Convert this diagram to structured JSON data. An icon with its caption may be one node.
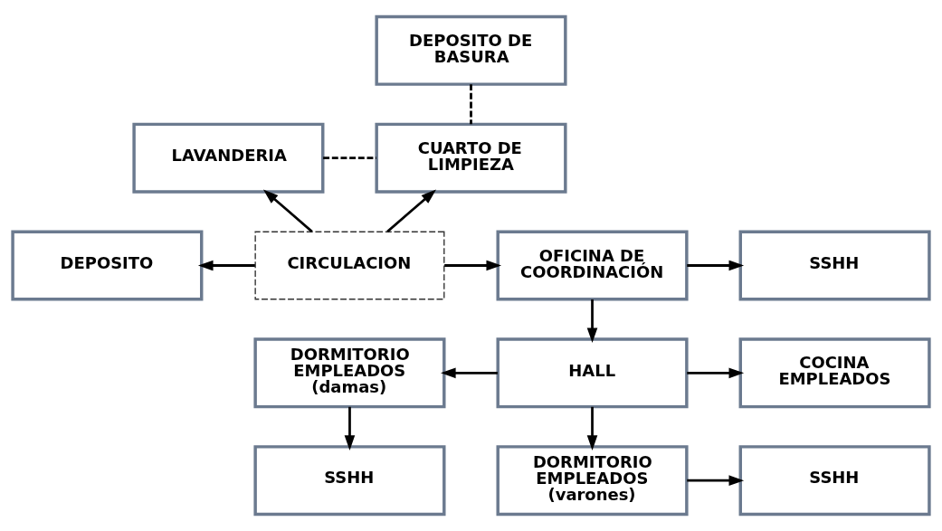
{
  "diagram": {
    "nodes": [
      {
        "text": [
          "DEPOSITO DE BASURA"
        ]
      },
      {
        "text": [
          "LAVANDERIA"
        ]
      },
      {
        "text": [
          "CUARTO DE LIMPIEZA"
        ]
      },
      {
        "text": [
          "DEPOSITO"
        ]
      },
      {
        "text": [
          "CIRCULACION"
        ]
      },
      {
        "text": [
          "OFICINA DE COORDINACIÓN"
        ]
      },
      {
        "text": [
          "SSHH"
        ]
      },
      {
        "text": [
          "DORMITORIO EMPLEADOS (damas)"
        ]
      },
      {
        "text": [
          "HALL"
        ]
      },
      {
        "text": [
          "COCINA EMPLEADOS"
        ]
      },
      {
        "text": [
          "SSHH"
        ]
      },
      {
        "text": [
          "DORMITORIO EMPLEADOS (varones)"
        ]
      },
      {
        "text": [
          "SSHH"
        ]
      }
    ],
    "edges": [
      {
        "from": 2,
        "to": 0,
        "arrow": "none",
        "style": "dashed"
      },
      {
        "from": 1,
        "to": 2,
        "arrow": "none",
        "style": "dashed"
      },
      {
        "from": 4,
        "to": 1,
        "arrow": "to"
      },
      {
        "from": 4,
        "to": 2,
        "arrow": "to"
      },
      {
        "from": 4,
        "to": 3,
        "arrow": "to"
      },
      {
        "from": 4,
        "to": 5,
        "arrow": "to"
      },
      {
        "from": 5,
        "to": 6,
        "arrow": "to"
      },
      {
        "from": 5,
        "to": 8,
        "arrow": "to"
      },
      {
        "from": 8,
        "to": 7,
        "arrow": "to"
      },
      {
        "from": 8,
        "to": 9,
        "arrow": "to"
      },
      {
        "from": 7,
        "to": 10,
        "arrow": "to"
      },
      {
        "from": 8,
        "to": 11,
        "arrow": "to"
      },
      {
        "from": 11,
        "to": 12,
        "arrow": "to"
      }
    ]
  }
}
